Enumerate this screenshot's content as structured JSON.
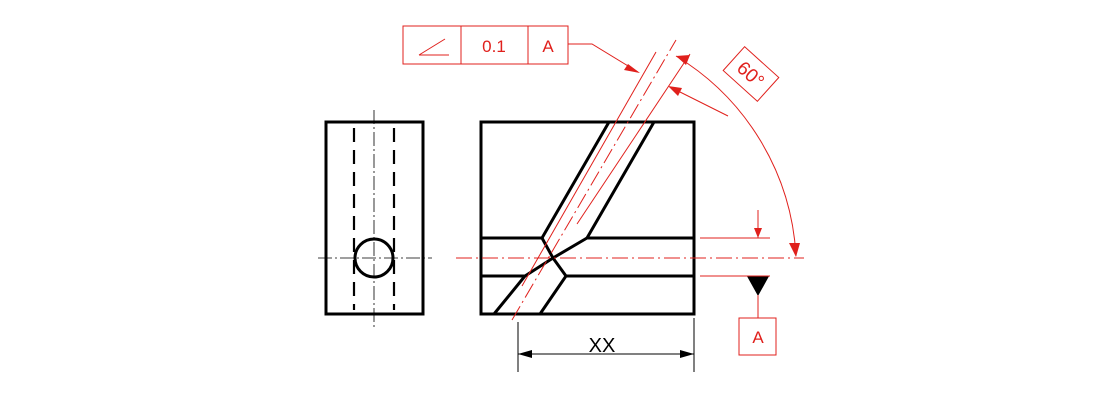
{
  "feature_control_frame": {
    "tolerance": "0.1",
    "datum_ref": "A"
  },
  "angle_label": "60°",
  "datum_label": "A",
  "dimension_label": "XX",
  "colors": {
    "annotation": "#e0201c",
    "geometry": "#000000"
  }
}
